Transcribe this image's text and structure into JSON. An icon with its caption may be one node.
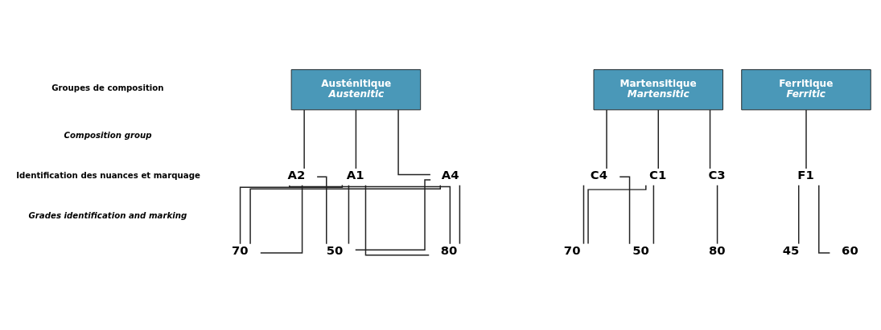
{
  "diagram": {
    "nodes": [
      {
        "text": [
          "Austénitique",
          "Austenitic"
        ]
      },
      {
        "text": [
          "Martensitique",
          "Martensitic"
        ]
      },
      {
        "text": [
          "Ferritique",
          "Ferritic"
        ]
      },
      {
        "text": [
          "A1"
        ]
      },
      {
        "text": [
          "A2"
        ]
      },
      {
        "text": [
          "A4"
        ]
      },
      {
        "text": [
          "C1"
        ]
      },
      {
        "text": [
          "C4"
        ]
      },
      {
        "text": [
          "C3"
        ]
      },
      {
        "text": [
          "F1"
        ]
      },
      {
        "text": [
          "50"
        ]
      },
      {
        "text": [
          "70"
        ]
      },
      {
        "text": [
          "80"
        ]
      },
      {
        "text": [
          "50"
        ]
      },
      {
        "text": [
          "70"
        ]
      },
      {
        "text": [
          "80"
        ]
      },
      {
        "text": [
          "45"
        ]
      },
      {
        "text": [
          "60"
        ]
      }
    ],
    "edges": [
      {
        "from": 0,
        "to": 3,
        "arrow": "none"
      },
      {
        "from": 0,
        "to": 4,
        "arrow": "none"
      },
      {
        "from": 0,
        "to": 5,
        "arrow": "none"
      },
      {
        "from": 1,
        "to": 6,
        "arrow": "none"
      },
      {
        "from": 1,
        "to": 7,
        "arrow": "none"
      },
      {
        "from": 1,
        "to": 8,
        "arrow": "none"
      },
      {
        "from": 2,
        "to": 9,
        "arrow": "none"
      },
      {
        "from": 3,
        "to": 10,
        "arrow": "none"
      },
      {
        "from": 3,
        "to": 11,
        "arrow": "none"
      },
      {
        "from": 3,
        "to": 12,
        "arrow": "none"
      },
      {
        "from": 4,
        "to": 10,
        "arrow": "none"
      },
      {
        "from": 4,
        "to": 11,
        "arrow": "none"
      },
      {
        "from": 4,
        "to": 12,
        "arrow": "none"
      },
      {
        "from": 5,
        "to": 10,
        "arrow": "none"
      },
      {
        "from": 5,
        "to": 11,
        "arrow": "none"
      },
      {
        "from": 5,
        "to": 12,
        "arrow": "none"
      },
      {
        "from": 6,
        "to": 13,
        "arrow": "none"
      },
      {
        "from": 6,
        "to": 14,
        "arrow": "none"
      },
      {
        "from": 7,
        "to": 13,
        "arrow": "none"
      },
      {
        "from": 7,
        "to": 14,
        "arrow": "none"
      },
      {
        "from": 8,
        "to": 15,
        "arrow": "none"
      },
      {
        "from": 9,
        "to": 16,
        "arrow": "none"
      },
      {
        "from": 9,
        "to": 17,
        "arrow": "none"
      }
    ],
    "labels": [
      "Groupes de composition",
      "Composition group",
      "Identification des nuances et marquage",
      "Grades identification and marking"
    ]
  }
}
